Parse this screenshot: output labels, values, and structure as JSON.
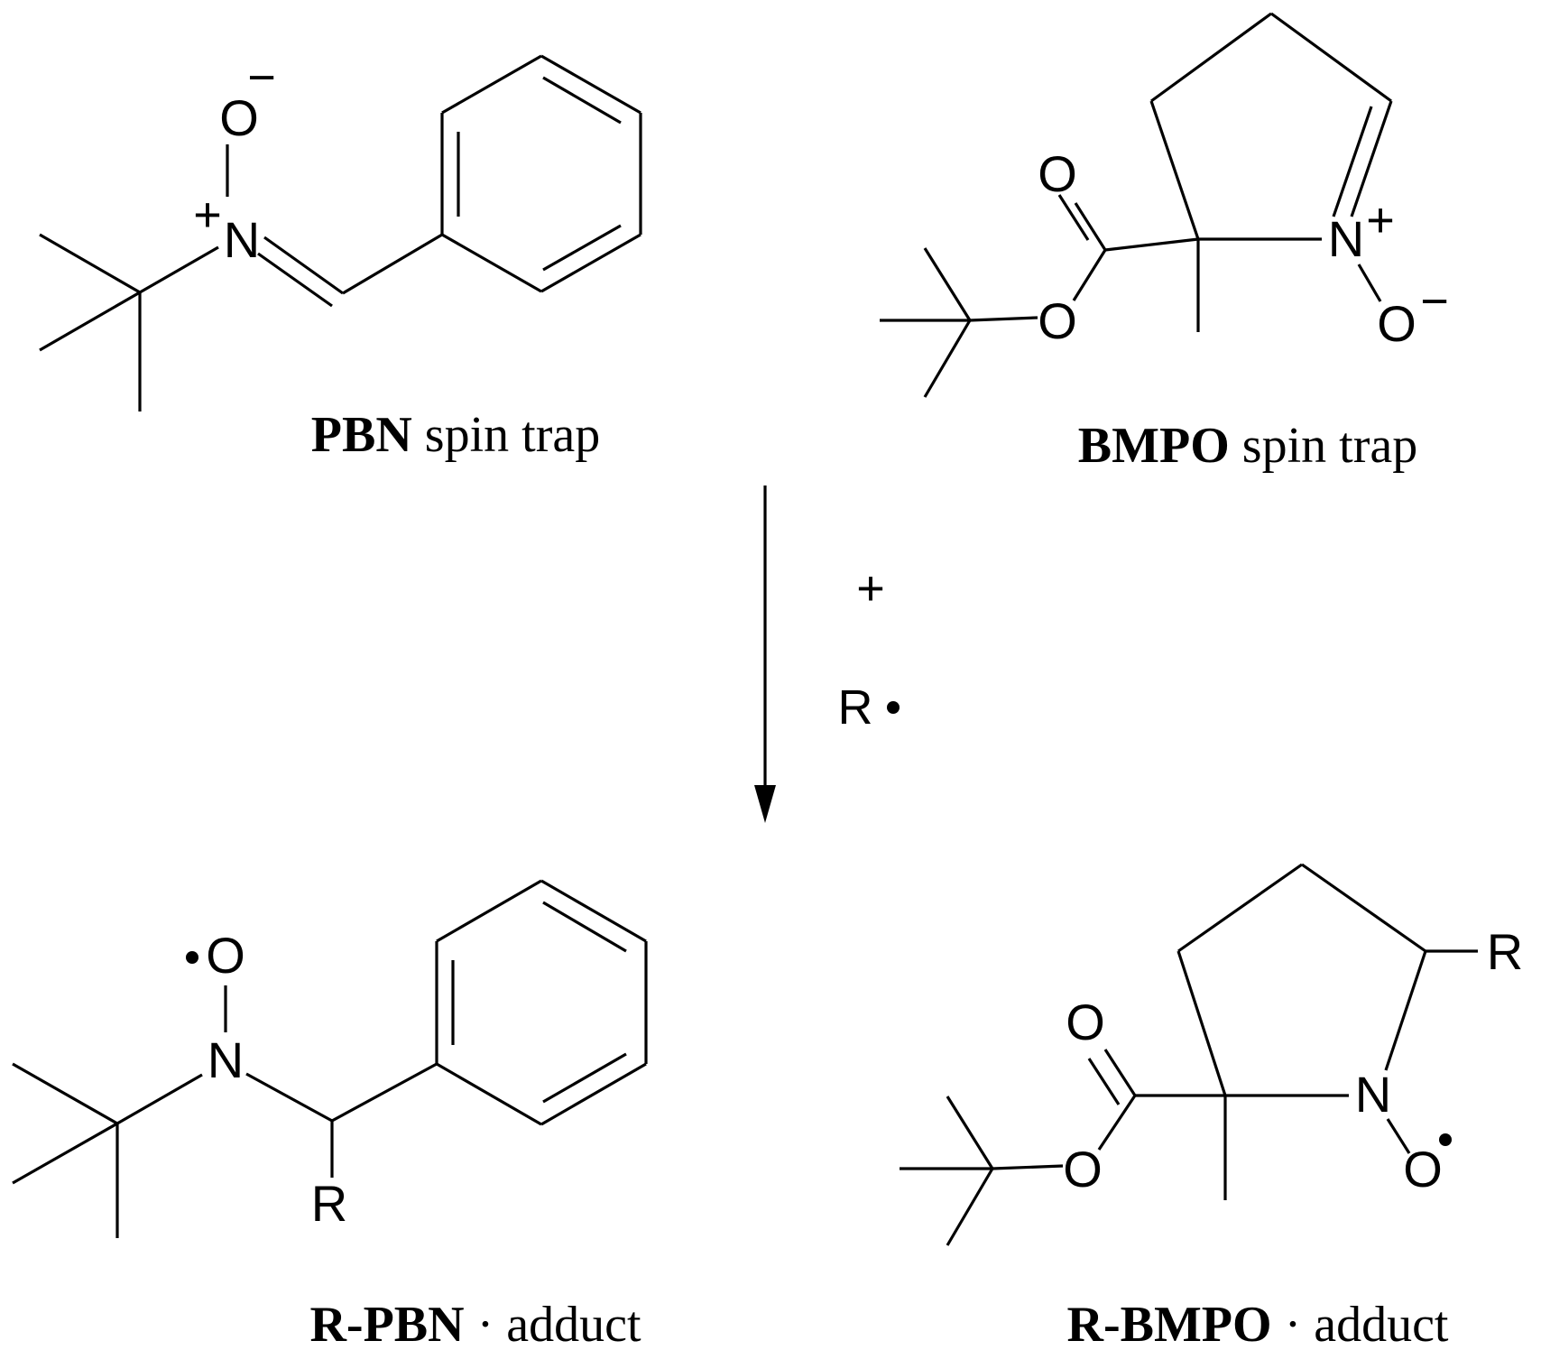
{
  "pbn": {
    "atoms": {
      "n": "N",
      "o": "O",
      "plus": "+",
      "minus": "−"
    },
    "caption": {
      "name": "PBN",
      "text": " spin trap"
    }
  },
  "bmpo": {
    "atoms": {
      "n": "N",
      "o_oxide": "O",
      "o_carbonyl": "O",
      "o_ester": "O",
      "plus": "+",
      "minus": "−"
    },
    "caption": {
      "name": "BMPO",
      "text": " spin trap"
    }
  },
  "reagents": {
    "plus": "+",
    "radical": "R"
  },
  "r_pbn": {
    "atoms": {
      "n": "N",
      "o": "O",
      "r": "R"
    },
    "caption": {
      "name": "R-PBN",
      "text": " · adduct"
    }
  },
  "r_bmpo": {
    "atoms": {
      "n": "N",
      "o_oxide": "O",
      "o_carbonyl": "O",
      "o_ester": "O",
      "r": "R"
    },
    "caption": {
      "name": "R-BMPO",
      "text": " · adduct"
    }
  }
}
